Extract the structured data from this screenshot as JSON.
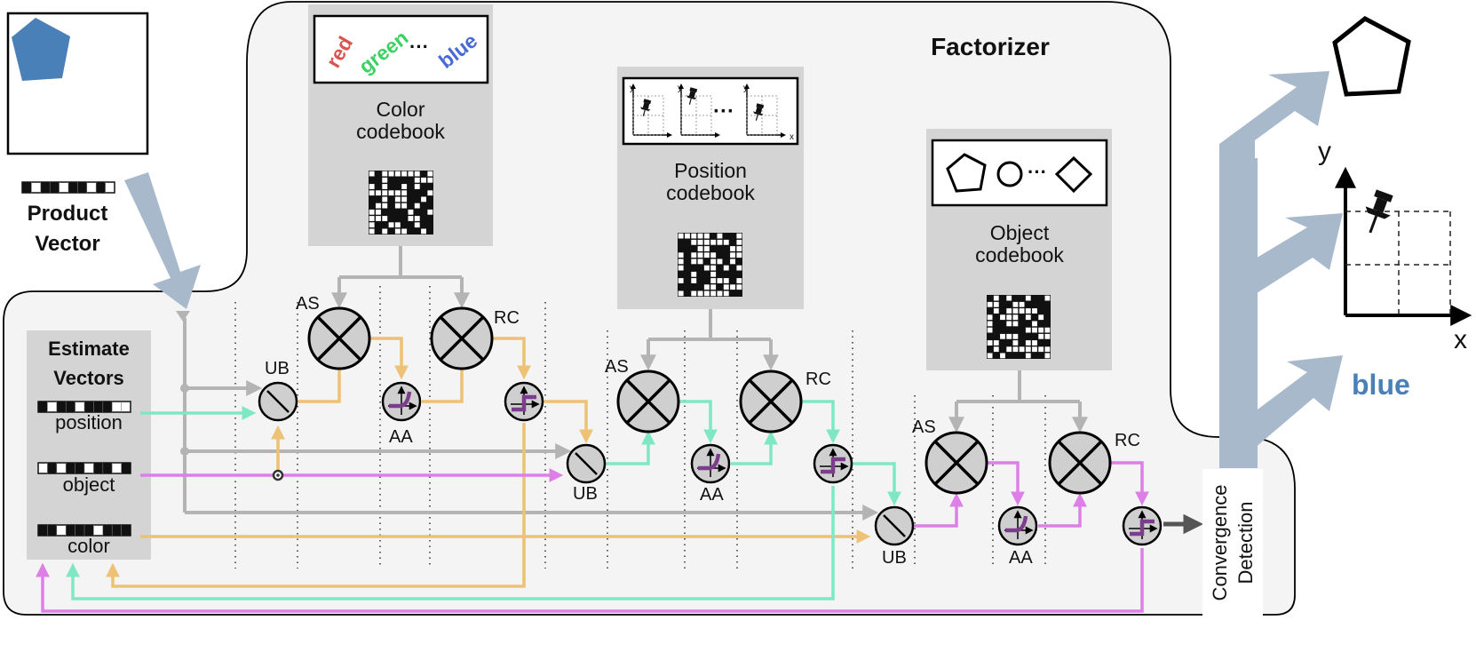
{
  "title": "Factorizer",
  "input": {
    "label_line1": "Product",
    "label_line2": "Vector"
  },
  "estimates": {
    "title_line1": "Estimate",
    "title_line2": "Vectors",
    "items": [
      "position",
      "object",
      "color"
    ]
  },
  "codebooks": {
    "color": {
      "label_line1": "Color",
      "label_line2": "codebook",
      "words": [
        "red",
        "green",
        "···",
        "blue"
      ]
    },
    "position": {
      "label_line1": "Position",
      "label_line2": "codebook",
      "ellipsis": "···",
      "axis_y": "y",
      "axis_x": "x"
    },
    "object": {
      "label_line1": "Object",
      "label_line2": "codebook",
      "ellipsis": "···"
    }
  },
  "blocks": {
    "as": "AS",
    "rc": "RC",
    "ub": "UB",
    "aa": "AA"
  },
  "convergence": {
    "line1": "Convergence",
    "line2": "Detection"
  },
  "outputs": {
    "color_word": "blue",
    "axis_y": "y",
    "axis_x": "x"
  },
  "colors": {
    "path_gray": "#b4b4b4",
    "color_path": "#edc274",
    "position_path": "#7ee8c5",
    "object_path": "#dd7fe6",
    "big_arrow": "#a9b9cc",
    "output_text": "#4a80b8",
    "pentagon_fill": "#4a80b8",
    "codebook_panel": "#d4d4d4",
    "factorizer_bg": "#f4f4f4",
    "purple_step": "#7e3d8c",
    "word_red": "#d9534f",
    "word_green": "#3cd163",
    "word_blue": "#4969d6"
  }
}
